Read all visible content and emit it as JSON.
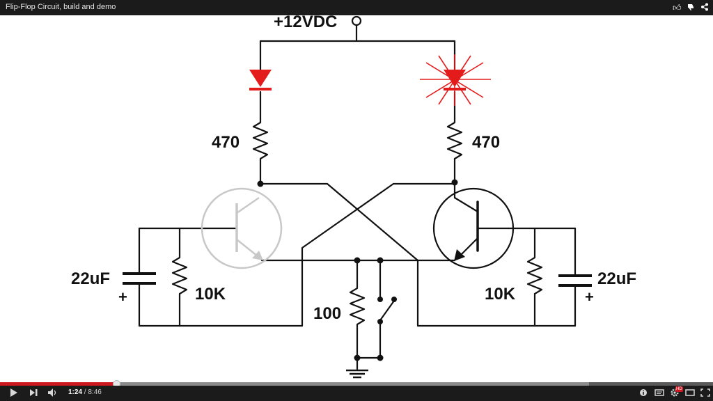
{
  "window": {
    "title": "Flip-Flop Circuit, build and demo",
    "icons": [
      "thumbs-up-icon",
      "thumbs-down-icon",
      "share-icon"
    ]
  },
  "circuit": {
    "supply_label": "+12VDC",
    "led_left_state": "off",
    "led_right_state": "lit",
    "resistor_collector_left": "470",
    "resistor_collector_right": "470",
    "capacitor_left": "22uF",
    "capacitor_right": "22uF",
    "cap_left_polarity": "+",
    "cap_right_polarity": "+",
    "resistor_base_left": "10K",
    "resistor_base_right": "10K",
    "resistor_emitter": "100",
    "transistor_left_state": "off",
    "transistor_right_state": "on"
  },
  "colors": {
    "led": "#e31b1b",
    "wire": "#111111",
    "inactive_transistor": "#c8c8c8",
    "progress_played": "#cc181e"
  },
  "player": {
    "progress_fraction": 0.163,
    "buffered_fraction": 0.826,
    "time_current": "1:24",
    "time_separator": " / ",
    "time_total": "8:46",
    "hd_badge": "HD",
    "controls_left": [
      "play-icon",
      "next-icon",
      "volume-icon"
    ],
    "controls_right": [
      "info-icon",
      "subtitles-icon",
      "settings-icon",
      "theater-icon",
      "fullscreen-icon"
    ]
  }
}
